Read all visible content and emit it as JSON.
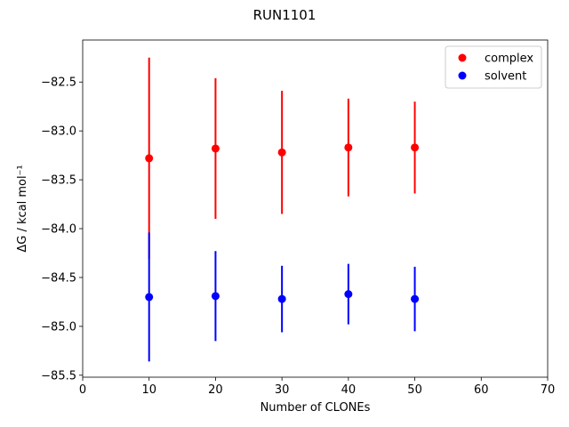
{
  "chart_data": {
    "type": "scatter",
    "title": "RUN1101",
    "xlabel": "Number of CLONEs",
    "ylabel": "ΔG / kcal mol⁻¹",
    "xlim": [
      0,
      70
    ],
    "ylim": [
      -85.52,
      -82.07
    ],
    "xticks": [
      0,
      10,
      20,
      30,
      40,
      50,
      60,
      70
    ],
    "yticks": [
      -82.5,
      -83.0,
      -83.5,
      -84.0,
      -84.5,
      -85.0,
      -85.5
    ],
    "grid": false,
    "legend_position": "top-right",
    "series": [
      {
        "name": "complex",
        "color": "#ff0000",
        "x": [
          10,
          20,
          30,
          40,
          50
        ],
        "y": [
          -83.28,
          -83.18,
          -83.22,
          -83.17,
          -83.17
        ],
        "yerr": [
          1.03,
          0.72,
          0.63,
          0.5,
          0.47
        ]
      },
      {
        "name": "solvent",
        "color": "#0000ff",
        "x": [
          10,
          20,
          30,
          40,
          50
        ],
        "y": [
          -84.7,
          -84.69,
          -84.72,
          -84.67,
          -84.72
        ],
        "yerr": [
          0.66,
          0.46,
          0.34,
          0.31,
          0.33
        ]
      }
    ]
  }
}
